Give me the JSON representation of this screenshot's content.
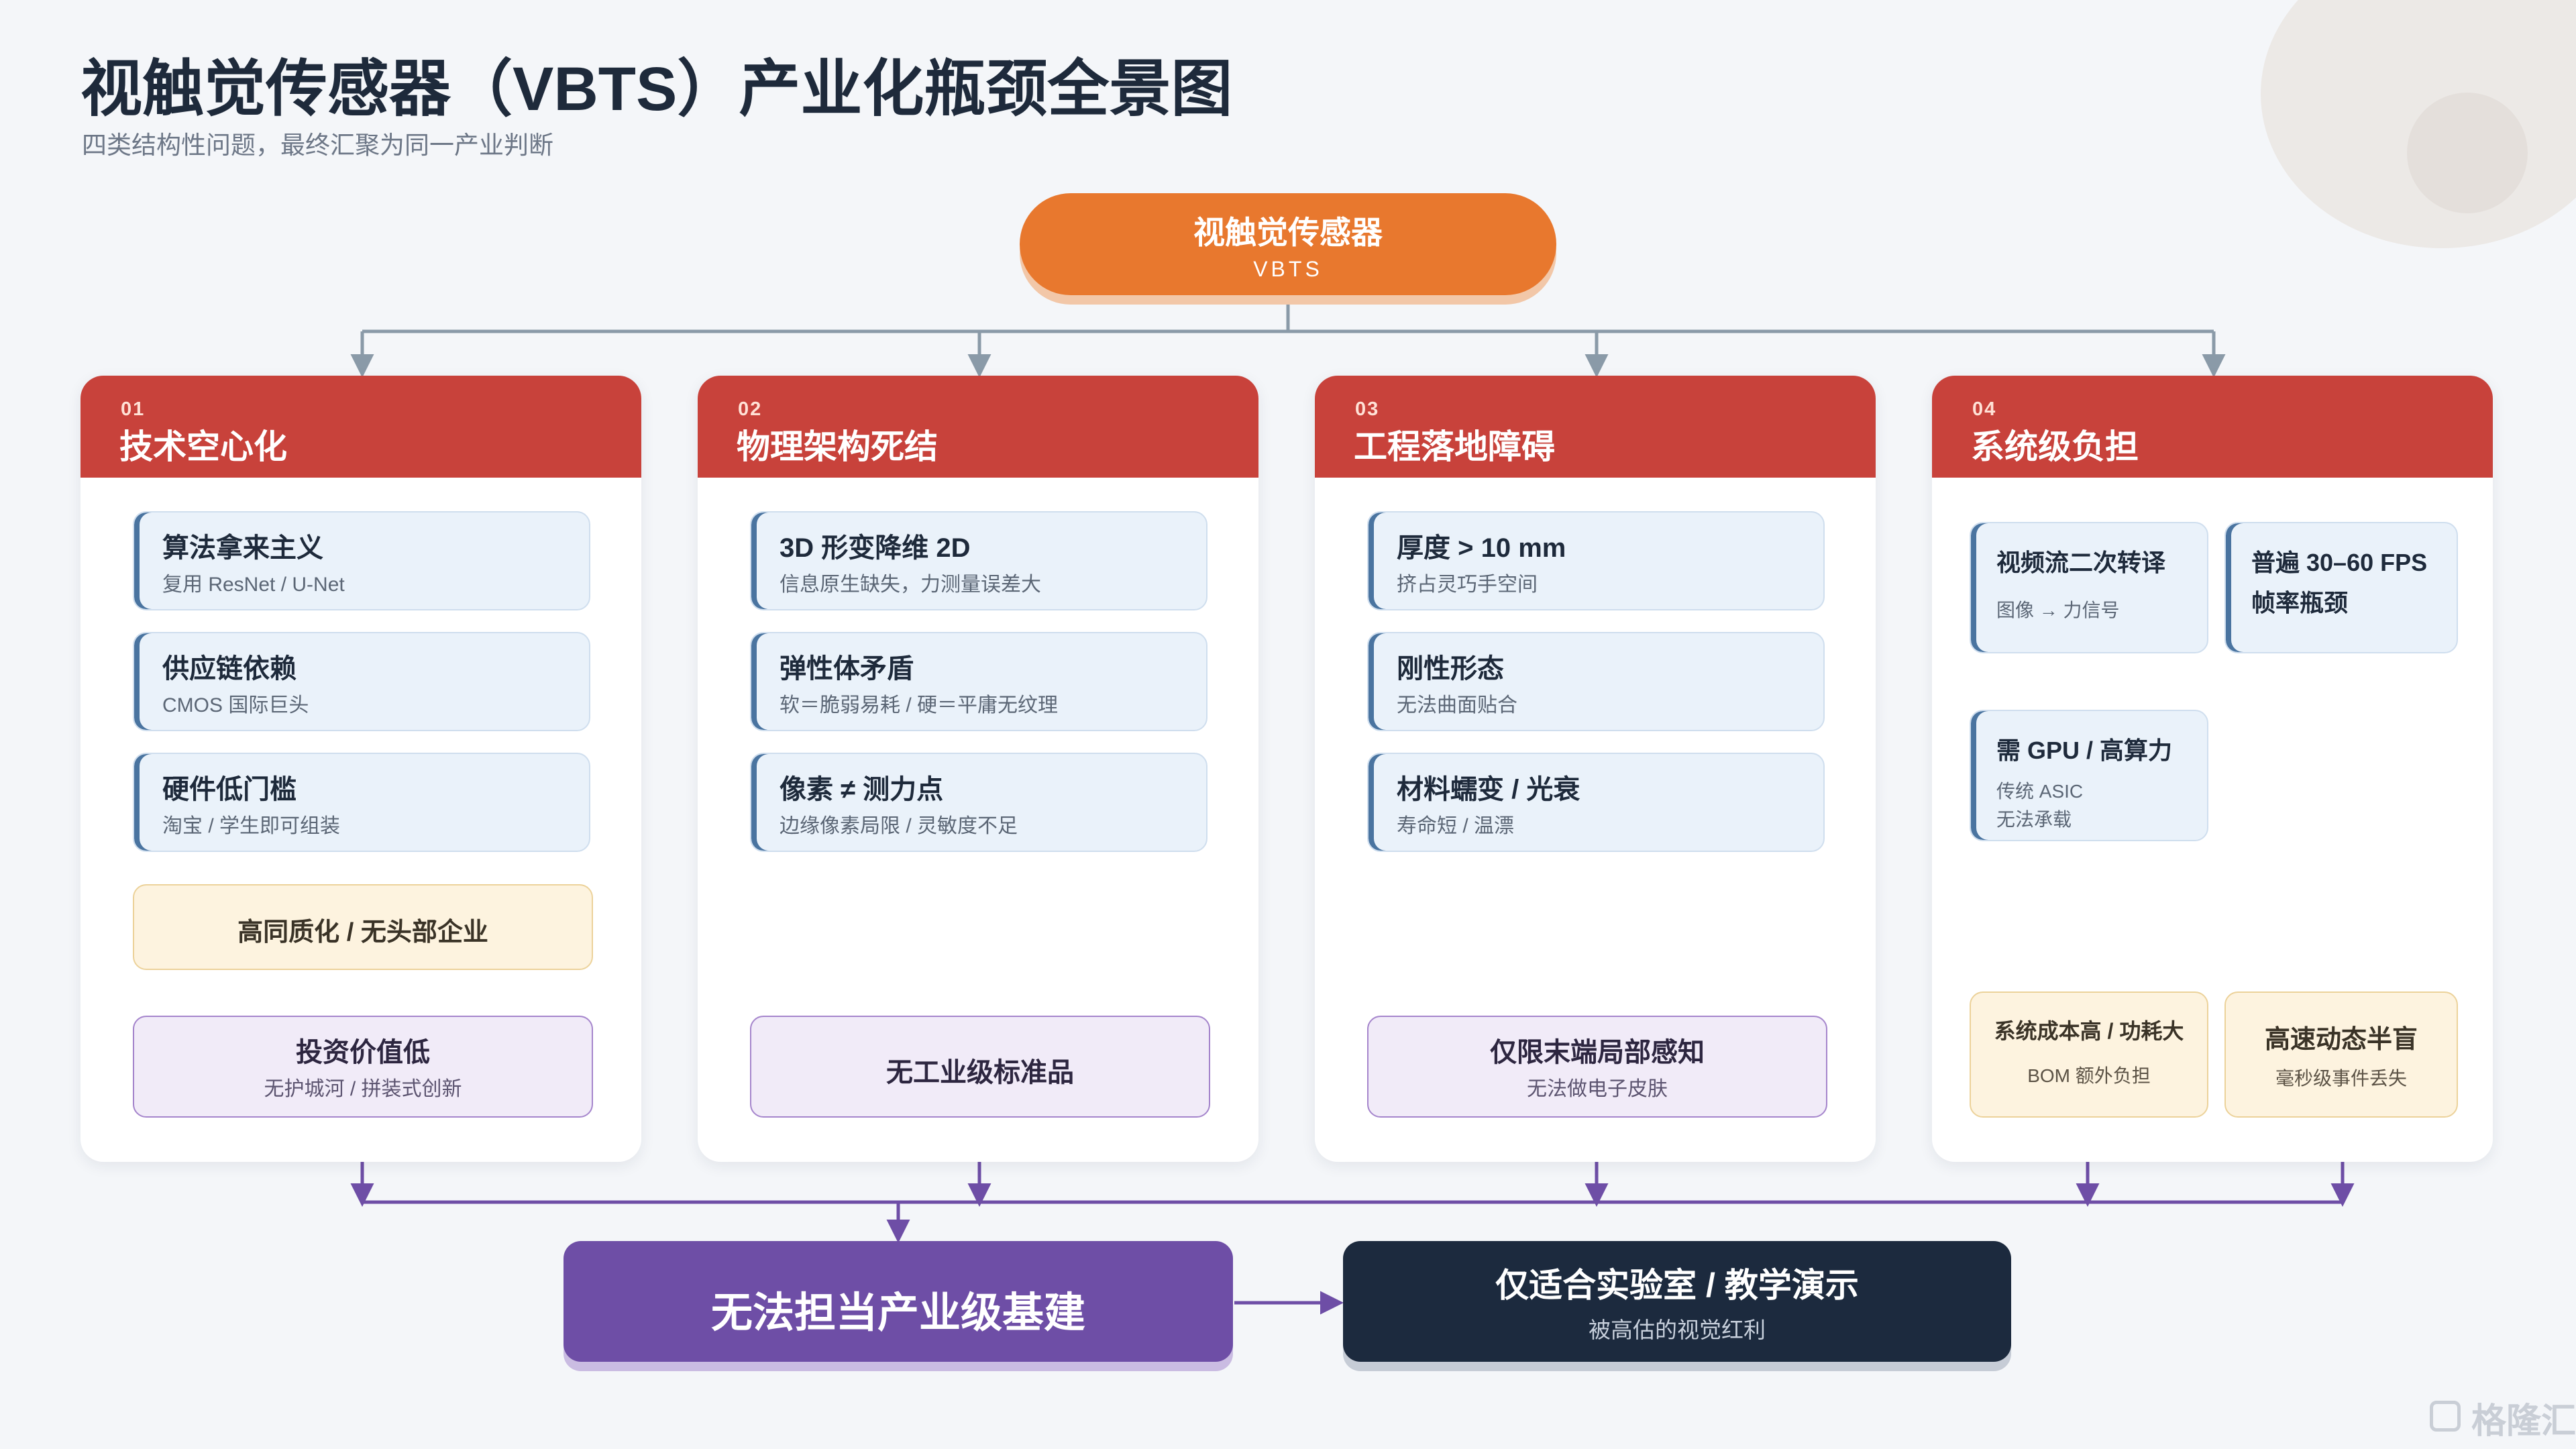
{
  "title": "视触觉传感器（VBTS）产业化瓶颈全景图",
  "subtitle": "四类结构性问题，最终汇聚为同一产业判断",
  "root": {
    "title": "视触觉传感器",
    "subtitle": "VBTS"
  },
  "panels": [
    {
      "num": "01",
      "title": "技术空心化",
      "items": [
        {
          "title": "算法拿来主义",
          "sub": "复用 ResNet / U-Net"
        },
        {
          "title": "供应链依赖",
          "sub": "CMOS 国际巨头"
        },
        {
          "title": "硬件低门槛",
          "sub": "淘宝 / 学生即可组装"
        }
      ],
      "mid": {
        "title": "高同质化 / 无头部企业"
      },
      "outcome": {
        "title": "投资价值低",
        "sub": "无护城河 / 拼装式创新"
      }
    },
    {
      "num": "02",
      "title": "物理架构死结",
      "items": [
        {
          "title": "3D 形变降维 2D",
          "sub": "信息原生缺失，力测量误差大"
        },
        {
          "title": "弹性体矛盾",
          "sub": "软＝脆弱易耗 / 硬＝平庸无纹理"
        },
        {
          "title": "像素 ≠ 测力点",
          "sub": "边缘像素局限 / 灵敏度不足"
        }
      ],
      "outcome": {
        "title": "无工业级标准品",
        "sub": ""
      }
    },
    {
      "num": "03",
      "title": "工程落地障碍",
      "items": [
        {
          "title": "厚度 > 10 mm",
          "sub": "挤占灵巧手空间"
        },
        {
          "title": "刚性形态",
          "sub": "无法曲面贴合"
        },
        {
          "title": "材料蠕变 / 光衰",
          "sub": "寿命短 / 温漂"
        }
      ],
      "outcome": {
        "title": "仅限末端局部感知",
        "sub": "无法做电子皮肤"
      }
    },
    {
      "num": "04",
      "title": "系统级负担",
      "video": {
        "title": "视频流二次转译",
        "sub": "图像 → 力信号"
      },
      "fps": {
        "title": "普遍 30–60 FPS",
        "title2": "帧率瓶颈"
      },
      "gpu": {
        "title": "需 GPU / 高算力",
        "sub": "传统 ASIC",
        "sub2": "无法承载"
      },
      "cost": {
        "title": "系统成本高 / 功耗大",
        "sub": "BOM 额外负担"
      },
      "blind": {
        "title": "高速动态半盲",
        "sub": "毫秒级事件丢失"
      }
    }
  ],
  "bottom": {
    "left": {
      "title": "无法担当产业级基建"
    },
    "right": {
      "title": "仅适合实验室 / 教学演示",
      "sub": "被高估的视觉红利"
    }
  },
  "watermark": "格隆汇",
  "colors": {
    "accent_orange": "#e8782e",
    "header_red": "#c8423b",
    "item_blue": "#eaf2fa",
    "edge_blue": "#4a74a0",
    "amber": "#fdf3df",
    "purple": "#6e4ea6",
    "dark": "#1c2a3e",
    "connector_gray": "#8a9aa8"
  }
}
